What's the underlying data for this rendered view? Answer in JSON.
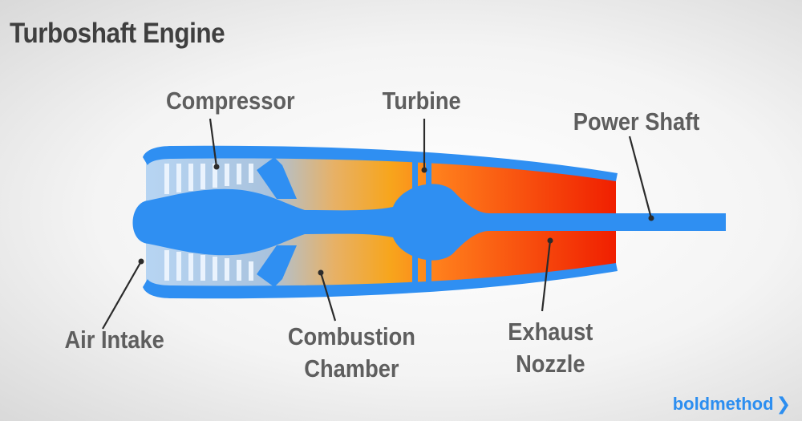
{
  "title": "Turboshaft Engine",
  "labels": {
    "compressor": "Compressor",
    "turbine": "Turbine",
    "power_shaft": "Power Shaft",
    "air_intake": "Air Intake",
    "combustion_chamber": [
      "Combustion",
      "Chamber"
    ],
    "exhaust_nozzle": [
      "Exhaust",
      "Nozzle"
    ]
  },
  "brand": {
    "name": "boldmethod",
    "chevron": "❯"
  },
  "colors": {
    "casing": "#2f8ff2",
    "core": "#2f8ff2",
    "intake": "#a9cdf2",
    "combustion_start": "#a8c0dc",
    "combustion_mid": "#f5a623",
    "exhaust_start": "#ff7a1a",
    "exhaust_end": "#f01e00",
    "leader": "#2b2b2b",
    "label_text": "#5e5e5e",
    "brand": "#2c8ef0"
  }
}
